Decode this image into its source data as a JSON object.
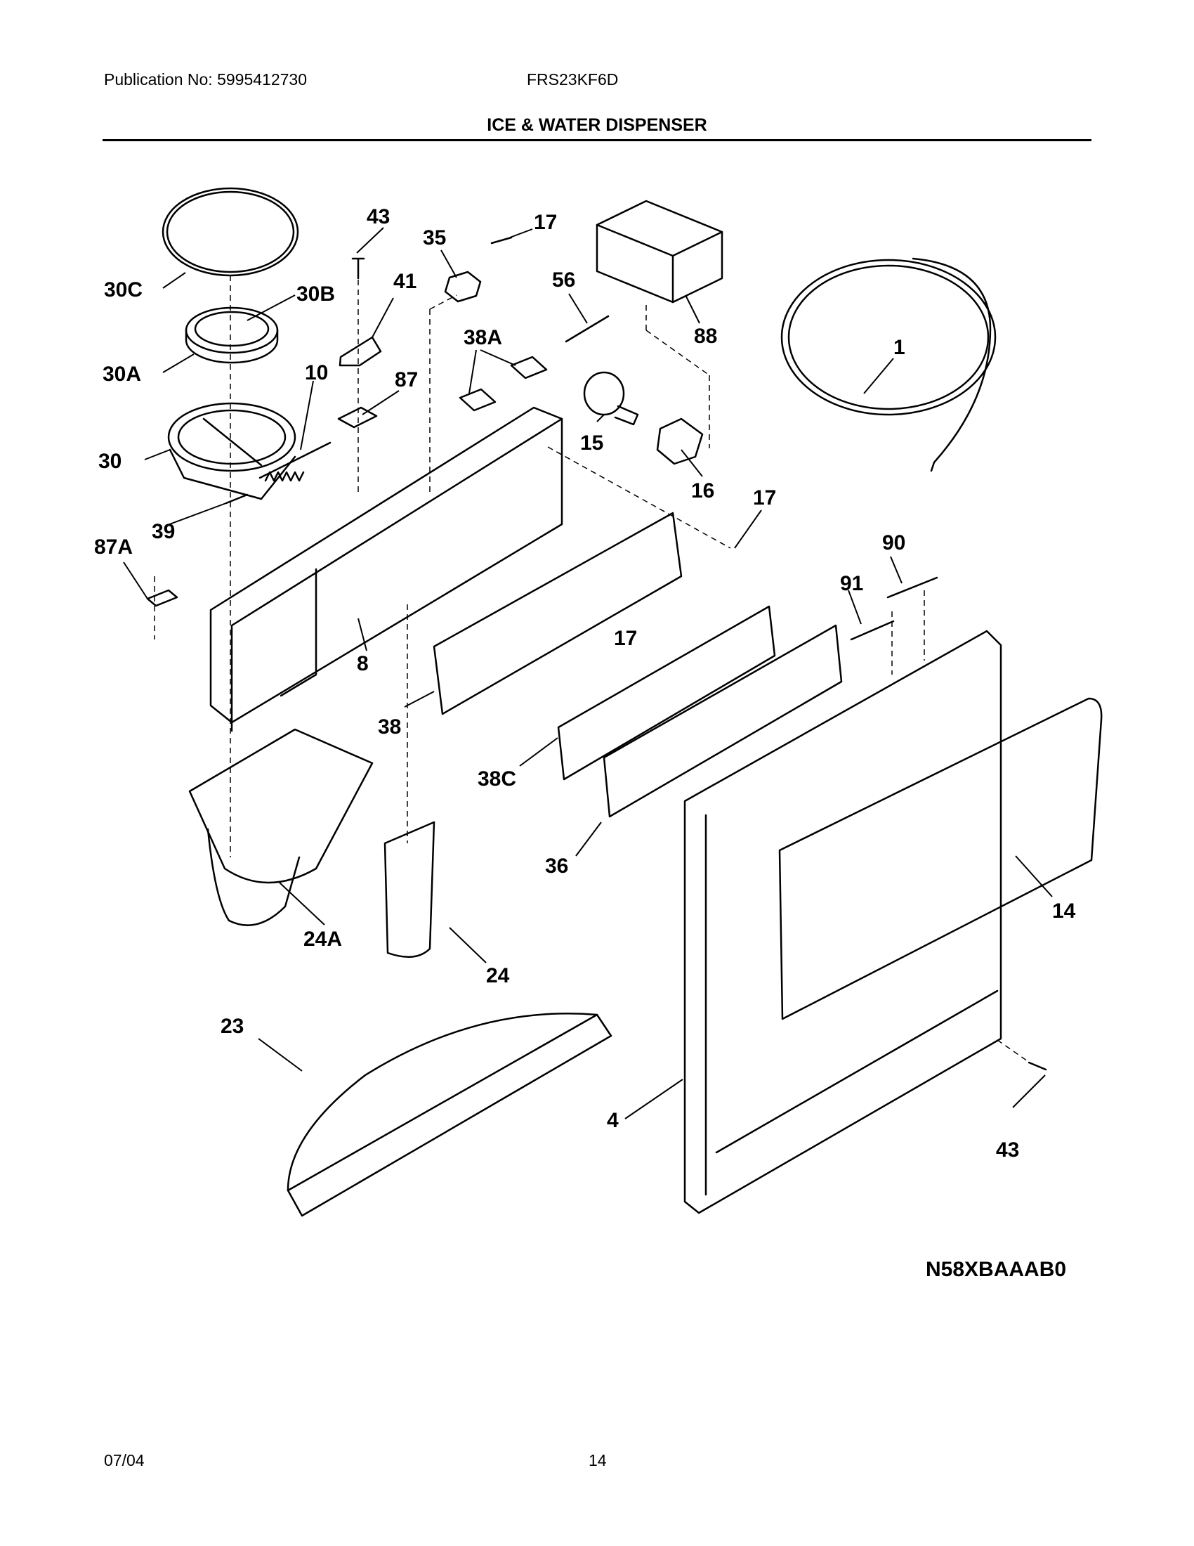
{
  "header": {
    "publication": "Publication No: 5995412730",
    "model": "FRS23KF6D",
    "title": "ICE & WATER DISPENSER"
  },
  "diagram": {
    "callouts": [
      "43",
      "35",
      "17",
      "56",
      "88",
      "1",
      "30C",
      "30B",
      "41",
      "38A",
      "30A",
      "10",
      "87",
      "15",
      "16",
      "30",
      "17",
      "39",
      "87A",
      "90",
      "91",
      "8",
      "17",
      "38",
      "38C",
      "36",
      "14",
      "24A",
      "24",
      "23",
      "4",
      "43"
    ],
    "code": "N58XBAAAB0"
  },
  "footer": {
    "date": "07/04",
    "page": "14"
  }
}
